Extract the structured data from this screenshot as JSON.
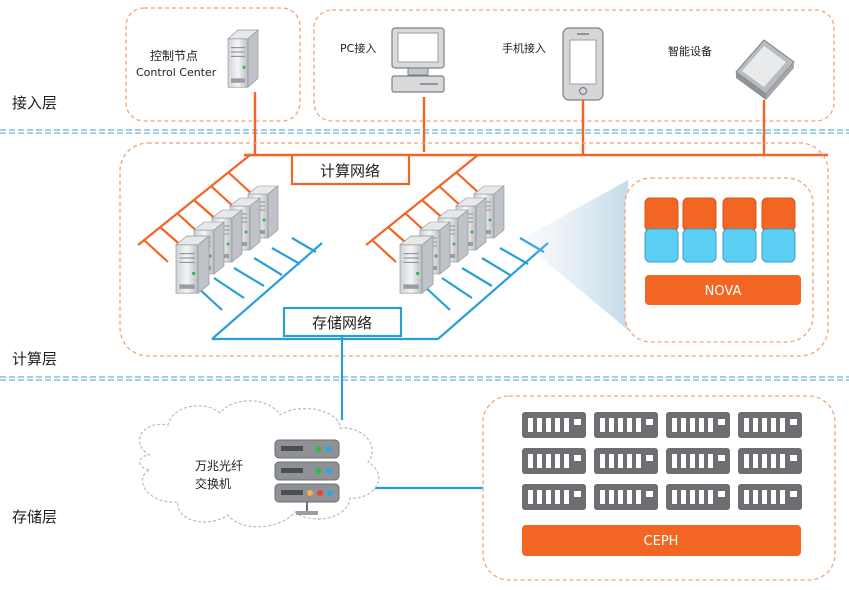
{
  "layers": {
    "access": "接入层",
    "compute": "计算层",
    "storage": "存储层"
  },
  "access_devices": {
    "control_node_label_1": "控制节点",
    "control_node_label_2": "Control  Center",
    "pc_label": "PC接入",
    "phone_label": "手机接入",
    "smart_label": "智能设备"
  },
  "networks": {
    "compute_network": "计算网络",
    "storage_network": "存储网络"
  },
  "nova": {
    "label": "NOVA"
  },
  "switch": {
    "label_1": "万兆光纤",
    "label_2": "交换机"
  },
  "ceph": {
    "label": "CEPH"
  },
  "colors": {
    "orange": "#f26522",
    "blue": "#2a9fd6",
    "dash_orange": "#f4a27a",
    "dash_blue": "#4a9fd0",
    "cell_blue": "#5ccff5",
    "disk_gray": "#6d6e71"
  }
}
